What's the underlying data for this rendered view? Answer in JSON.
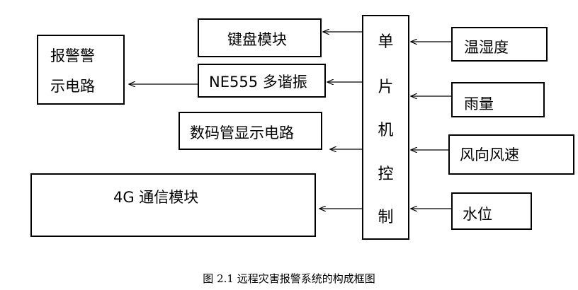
{
  "diagram": {
    "mcu": [
      "单",
      "片",
      "机",
      "控",
      "制"
    ],
    "inputs": {
      "temp_humidity": "温湿度",
      "rain": "雨量",
      "wind": "风向风速",
      "water": "水位"
    },
    "outputs": {
      "keyboard": "键盘模块",
      "ne555": "NE555 多谐振",
      "display": "数码管显示电路",
      "comm": "4G 通信模块"
    },
    "alarm": [
      "报警警",
      "示电路"
    ],
    "caption": "图 2.1 远程灾害报警系统的构成框图"
  }
}
